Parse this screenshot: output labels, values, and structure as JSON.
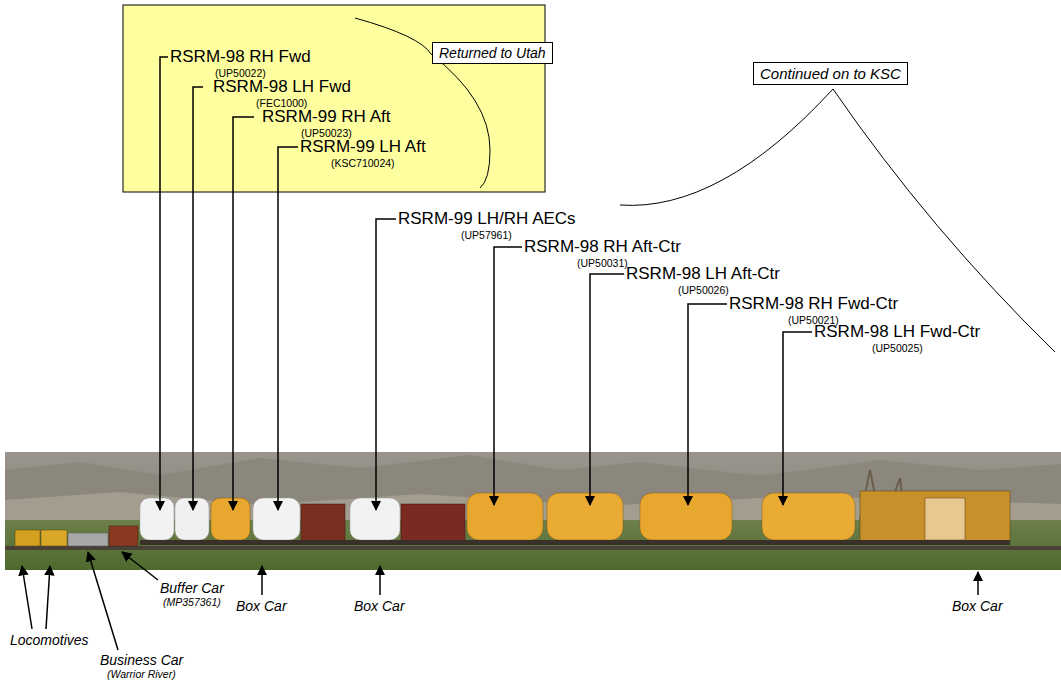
{
  "diagram": {
    "nodes": [
      {
        "text": [
          "Returned to Utah"
        ]
      },
      {
        "text": [
          "Continued on to KSC"
        ]
      }
    ],
    "labels": [
      "RSRM-98 RH Fwd",
      "(UP50022)",
      "RSRM-98 LH Fwd",
      "(FEC1000)",
      "RSRM-99 RH Aft",
      "(UP50023)",
      "RSRM-99 LH Aft",
      "(KSC710024)",
      "RSRM-99 LH/RH AECs",
      "(UP57961)",
      "RSRM-98 RH Aft-Ctr",
      "(UP50031)",
      "RSRM-98 LH Aft-Ctr",
      "(UP50026)",
      "RSRM-98 RH Fwd-Ctr",
      "(UP50021)",
      "RSRM-98 LH Fwd-Ctr",
      "(UP50025)",
      "Locomotives",
      "Buffer Car",
      "(MP357361)",
      "Box Car",
      "Box Car",
      "Business Car",
      "(Warrior River)",
      "Box Car"
    ]
  }
}
